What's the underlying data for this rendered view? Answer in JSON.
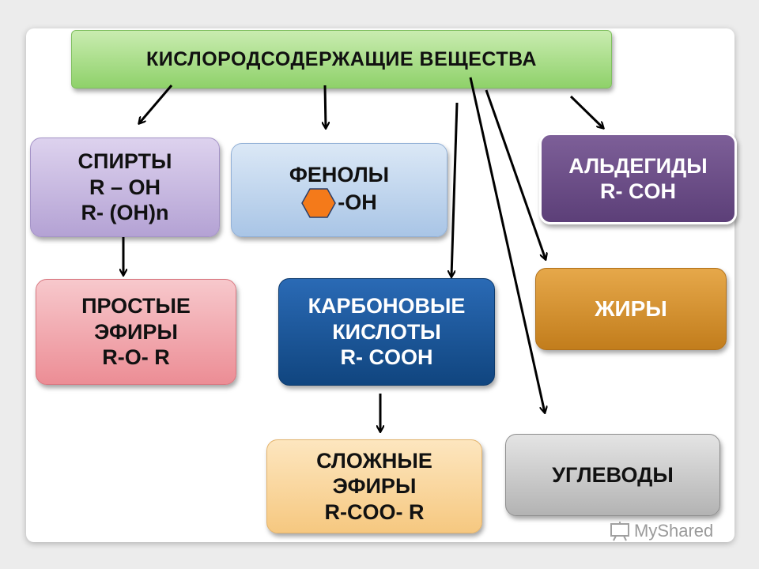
{
  "title": "КИСЛОРОДСОДЕРЖАЩИЕ ВЕЩЕСТВА",
  "boxes": {
    "spirty": [
      "СПИРТЫ",
      "R – OH",
      "R- (OH)n"
    ],
    "fenoly": [
      "ФЕНОЛЫ",
      "-OH"
    ],
    "aldegidy": [
      "АЛЬДЕГИДЫ",
      "R- COH"
    ],
    "prostye": [
      "ПРОСТЫЕ",
      "ЭФИРЫ",
      "R-O- R"
    ],
    "karbon": [
      "КАРБОНОВЫЕ",
      "КИСЛОТЫ",
      "R- COOH"
    ],
    "zhiry": [
      "ЖИРЫ"
    ],
    "slozhnye": [
      "СЛОЖНЫЕ",
      "ЭФИРЫ",
      "R-COO- R"
    ],
    "uglevody": [
      "УГЛЕВОДЫ"
    ]
  },
  "colors": {
    "hexagon": "#f47a1a"
  },
  "watermark": "MyShared"
}
